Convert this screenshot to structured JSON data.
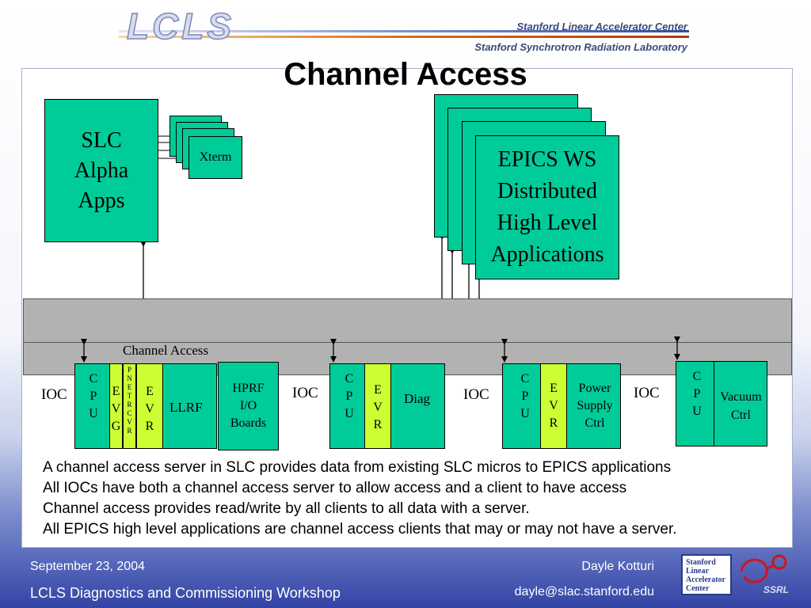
{
  "header": {
    "logo_text": "LCLS",
    "org_line1": "Stanford Linear Accelerator Center",
    "org_line2": "Stanford Synchrotron Radiation Laboratory"
  },
  "slide": {
    "title": "Channel Access"
  },
  "diagram": {
    "slc_box": "SLC Alpha Apps",
    "slc_lines": [
      "SLC",
      "Alpha",
      "Apps"
    ],
    "xterm": "Xterm",
    "epics_ws_lines": [
      "EPICS WS",
      "Distributed",
      "High Level",
      "Applications"
    ],
    "bus_label": "Channel Access",
    "ioc_label": "IOC",
    "ioc1": {
      "cpu": [
        "C",
        "P",
        "U"
      ],
      "evg": [
        "E",
        "V",
        "G"
      ],
      "pnet": [
        "P",
        "N",
        "E",
        "T",
        "R",
        "C",
        "V",
        "R"
      ],
      "evr": [
        "E",
        "V",
        "R"
      ],
      "llrf": "LLRF",
      "hprf": [
        "HPRF",
        "I/O",
        "Boards"
      ]
    },
    "ioc2": {
      "cpu": [
        "C",
        "P",
        "U"
      ],
      "evr": [
        "E",
        "V",
        "R"
      ],
      "diag": "Diag"
    },
    "ioc3": {
      "cpu": [
        "C",
        "P",
        "U"
      ],
      "evr": [
        "E",
        "V",
        "R"
      ],
      "power": [
        "Power",
        "Supply",
        "Ctrl"
      ]
    },
    "ioc4": {
      "cpu": [
        "C",
        "P",
        "U"
      ],
      "vacuum": [
        "Vacuum",
        "Ctrl"
      ]
    }
  },
  "notes": [
    "A channel access server in SLC provides data from existing SLC micros to EPICS applications",
    "All IOCs have both a channel access server to allow access and a client to have access",
    "Channel access provides read/write by all clients to all data with a server.",
    "All EPICS high level applications are channel access clients that may or may not have a server."
  ],
  "footer": {
    "date": "September 23, 2004",
    "workshop": "LCLS Diagnostics and Commissioning Workshop",
    "author": "Dayle Kotturi",
    "email": "dayle@slac.stanford.edu",
    "slac_logo": [
      "Stanford",
      "Linear",
      "Accelerator",
      "Center"
    ],
    "ssrl_logo": "SSRL"
  },
  "colors": {
    "box_green": "#00cc99",
    "box_yellow": "#ccff33",
    "bus_gray": "#b2b2b2",
    "footer_blue": "#3444a6"
  }
}
